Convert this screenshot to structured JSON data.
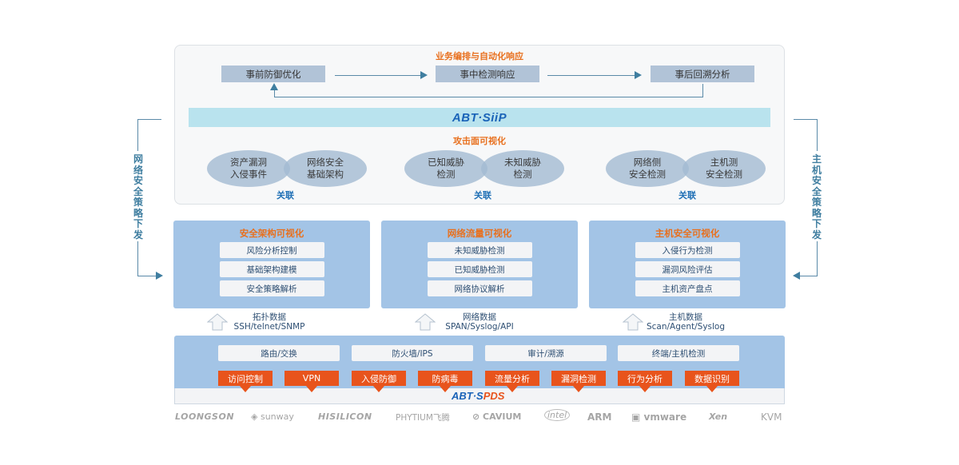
{
  "top": {
    "title": "业务编排与自动化响应",
    "phases": [
      "事前防御优化",
      "事中检测响应",
      "事后回溯分析"
    ],
    "platform_logo": "ABT·SiiP",
    "surface_title": "攻击面可视化",
    "groups": [
      {
        "left": "资产漏洞\n入侵事件",
        "right": "网络安全\n基础架构",
        "link": "关联"
      },
      {
        "left": "已知威胁\n检测",
        "right": "未知威胁\n检测",
        "link": "关联"
      },
      {
        "left": "网络侧\n安全检测",
        "right": "主机测\n安全检测",
        "link": "关联"
      }
    ]
  },
  "side": {
    "left_label": "网络安全策略下发",
    "right_label": "主机安全策略下发"
  },
  "visualization": [
    {
      "title": "安全架构可视化",
      "items": [
        "风险分析控制",
        "基础架构建模",
        "安全策略解析"
      ],
      "source_title": "拓扑数据",
      "source_detail": "SSH/telnet/SNMP"
    },
    {
      "title": "网络流量可视化",
      "items": [
        "未知威胁检测",
        "已知威胁检测",
        "网络协议解析"
      ],
      "source_title": "网络数据",
      "source_detail": "SPAN/Syslog/API"
    },
    {
      "title": "主机安全可视化",
      "items": [
        "入侵行为检测",
        "漏洞风险评估",
        "主机资产盘点"
      ],
      "source_title": "主机数据",
      "source_detail": "Scan/Agent/Syslog"
    }
  ],
  "bottom": {
    "capabilities": [
      "路由/交换",
      "防火墙/IPS",
      "审计/溯源",
      "终端/主机检测"
    ],
    "functions": [
      "访问控制",
      "VPN",
      "入侵防御",
      "防病毒",
      "流量分析",
      "漏洞检测",
      "行为分析",
      "数据识别"
    ],
    "platform_logo_blue": "ABT·S",
    "platform_logo_orange": "PDS"
  },
  "vendors": [
    "LOONGSON",
    "sunway",
    "HISILICON",
    "PHYTIUM飞腾",
    "CAVIUM",
    "intel",
    "ARM",
    "vmware",
    "Xen",
    "KVM"
  ],
  "colors": {
    "accent_orange": "#e8701e",
    "function_orange": "#e8541c",
    "brand_blue": "#1a63b8",
    "panel_blue": "#a3c4e6"
  }
}
